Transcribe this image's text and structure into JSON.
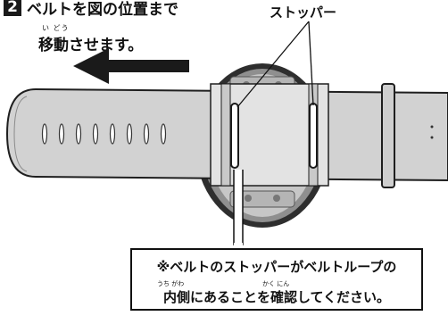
{
  "step": {
    "number": "2",
    "line1": "ベルトを図の位置まで",
    "line2": "移動させます。",
    "furigana_move": "い どう"
  },
  "labels": {
    "stopper": "ストッパー"
  },
  "note": {
    "line1": "※ベルトのストッパーがベルトループの",
    "line2": "内側にあることを確認してください。",
    "furigana_uchigawa": "うち がわ",
    "furigana_kakunin": "かく にん"
  },
  "colors": {
    "ink": "#111111",
    "strap": "#d4d4d4",
    "strap_edge": "#222222",
    "case_dark": "#3a3a3a",
    "case_mid": "#9a9a9a",
    "case_light": "#cfcfcf"
  },
  "icons": {
    "arrow": "left-arrow-icon"
  }
}
